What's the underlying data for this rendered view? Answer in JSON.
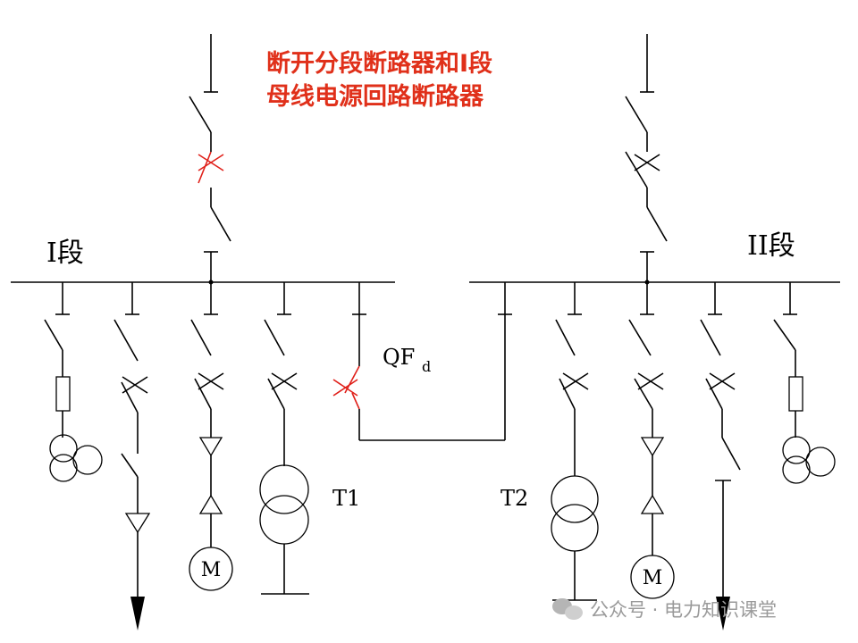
{
  "annotation": {
    "line1": "断开分段断路器和I段",
    "line2": "母线电源回路断路器"
  },
  "labels": {
    "section1": "I段",
    "section2": "II段",
    "qf": "QF",
    "qf_sub": "d",
    "t1": "T1",
    "t2": "T2",
    "motor": "M"
  },
  "watermark": "公众号 · 电力知识课堂",
  "colors": {
    "line": "#000000",
    "opened_breaker": "#e0201a",
    "annotation": "#e0301a",
    "watermark": "#9a9a9a"
  }
}
